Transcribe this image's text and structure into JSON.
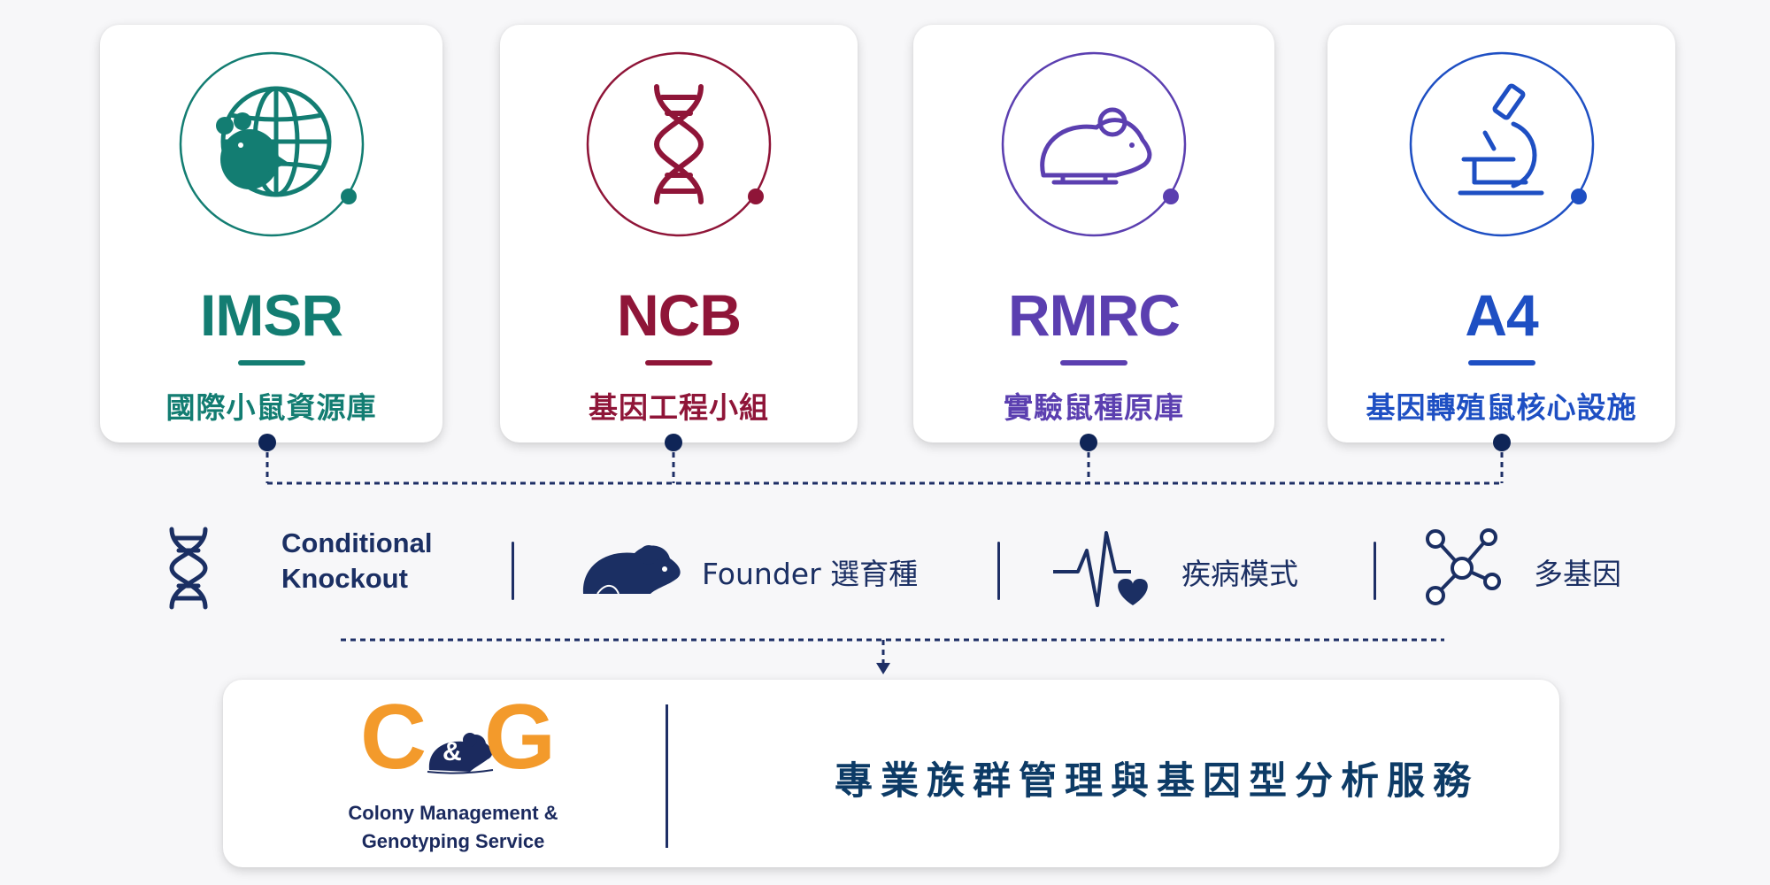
{
  "cards": [
    {
      "abbr": "IMSR",
      "name": "國際小鼠資源庫",
      "color": "#137d72",
      "icon": "mouse-globe-icon"
    },
    {
      "abbr": "NCB",
      "name": "基因工程小組",
      "color": "#8f1538",
      "icon": "dna-icon"
    },
    {
      "abbr": "RMRC",
      "name": "實驗鼠種原庫",
      "color": "#5b3fb0",
      "icon": "mouse-outline-icon"
    },
    {
      "abbr": "A4",
      "name": "基因轉殖鼠核心設施",
      "color": "#1e4fc3",
      "icon": "microscope-icon"
    }
  ],
  "features": [
    {
      "label_line1": "Conditional",
      "label_line2": "Knockout",
      "icon": "dna-icon"
    },
    {
      "label": "Founder 選育種",
      "icon": "mouse-icon"
    },
    {
      "label": "疾病模式",
      "icon": "heartbeat-icon"
    },
    {
      "label": "多基因",
      "icon": "network-icon"
    }
  ],
  "service": {
    "logo_c": "C",
    "logo_amp": "&",
    "logo_g": "G",
    "logo_line1": "Colony Management &",
    "logo_line2": "Genotyping Service",
    "description": "專業族群管理與基因型分析服務"
  },
  "colors": {
    "navy": "#1b2f63",
    "orange": "#f39a2b",
    "background": "#f7f7f9"
  }
}
